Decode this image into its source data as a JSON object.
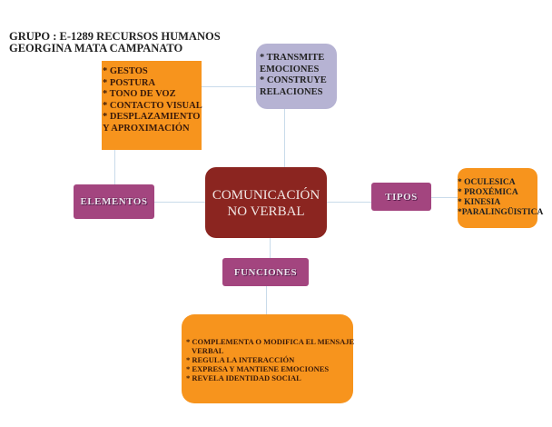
{
  "header": {
    "line1": "GRUPO : E-1289 RECURSOS HUMANOS",
    "line2": "GEORGINA MATA CAMPANATO"
  },
  "center": {
    "line1": "COMUNICACIÓN",
    "line2": "NO VERBAL"
  },
  "elementos": {
    "label": "ELEMENTOS",
    "items": [
      "* GESTOS",
      "* POSTURA",
      "* TONO DE VOZ",
      "* CONTACTO VISUAL",
      "* DESPLAZAMIENTO",
      "Y APROXIMACIÓN"
    ]
  },
  "top": {
    "items": [
      "* TRANSMITE",
      "EMOCIONES",
      "* CONSTRUYE",
      "RELACIONES"
    ]
  },
  "tipos": {
    "label": "TIPOS",
    "items": [
      "* OCULESICA",
      "* PROXÉMICA",
      "* KINESIA",
      "*PARALINGÜISTICA"
    ]
  },
  "funciones": {
    "label": "FUNCIONES",
    "items": [
      "* COMPLEMENTA O MODIFICA EL MENSAJE",
      "VERBAL",
      "* REGULA LA INTERACCIÓN",
      "* EXPRESA Y MANTIENE  EMOCIONES",
      "* REVELA IDENTIDAD SOCIAL"
    ]
  }
}
